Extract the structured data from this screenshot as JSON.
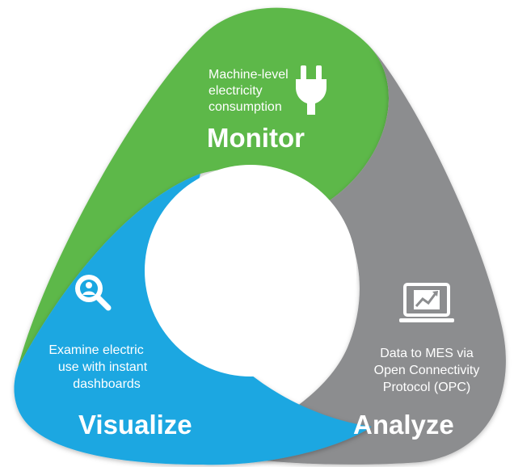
{
  "segments": {
    "monitor": {
      "title": "Monitor",
      "description": [
        "Machine-level",
        "electricity",
        "consumption"
      ],
      "icon": "plug-icon",
      "color": "#5db848"
    },
    "analyze": {
      "title": "Analyze",
      "description": [
        "Data to MES via",
        "Open Connectivity",
        "Protocol (OPC)"
      ],
      "icon": "monitor-chart-icon",
      "color": "#8c8d8f"
    },
    "visualize": {
      "title": "Visualize",
      "description": [
        "Examine electric",
        "use with instant",
        "dashboards"
      ],
      "icon": "magnifier-user-icon",
      "color": "#1aa7e1"
    }
  }
}
